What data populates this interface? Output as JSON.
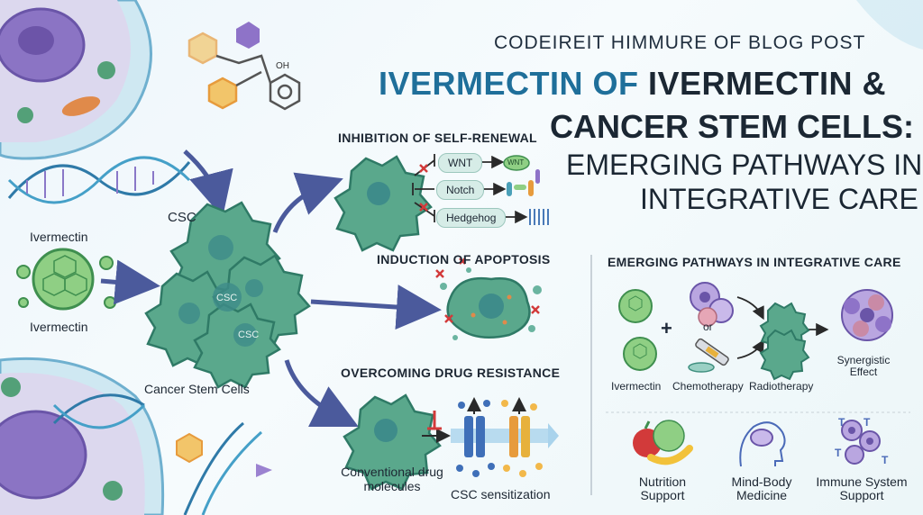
{
  "header": {
    "kicker": "CODEIREIT HIMMURE OF BLOG POST",
    "title_accent": "IVERMECTIN OF",
    "title_rest": " IVERMECTIN &",
    "title_line2": "CANCER STEM CELLS:",
    "title_line3": "EMERGING PATHWAYS IN",
    "title_line4": "INTEGRATIVE CARE"
  },
  "left": {
    "ivermectin_top": "Ivermectin",
    "ivermectin_bottom": "Ivermectin",
    "csc_label": "CSC",
    "csc_cell_1": "CSC",
    "csc_cell_2": "CSC",
    "cancer_stem_cells": "Cancer Stem Cells"
  },
  "self_renewal": {
    "heading": "INHIBITION OF SELF-RENEWAL",
    "pathways": [
      "WNT",
      "Notch",
      "Hedgehog"
    ],
    "wnt_icon_label": "WNT"
  },
  "apoptosis": {
    "heading": "INDUCTION OF APOPTOSIS"
  },
  "resistance": {
    "heading": "OVERCOMING DRUG RESISTANCE",
    "left_caption": "Conventional drug\nmolecules",
    "right_caption": "CSC sensitization"
  },
  "integrative": {
    "heading": "EMERGING PATHWAYS IN INTEGRATIVE CARE",
    "plus": "+",
    "or": "or",
    "ivermectin": "Ivermectin",
    "chemotherapy": "Chemotherapy",
    "radiotherapy": "Radiotherapy",
    "synergistic": "Synergistic\nEffect",
    "supports": [
      {
        "label": "Nutrition\nSupport"
      },
      {
        "label": "Mind-Body\nMedicine"
      },
      {
        "label": "Immune System\nSupport"
      }
    ],
    "immune_marks": [
      "T",
      "T",
      "T",
      "T"
    ]
  },
  "colors": {
    "title_accent": "#1f6f9a",
    "cell_green": "#5aa88c",
    "arrow": "#4b5a9c",
    "inhibit_red": "#d23a3a"
  }
}
